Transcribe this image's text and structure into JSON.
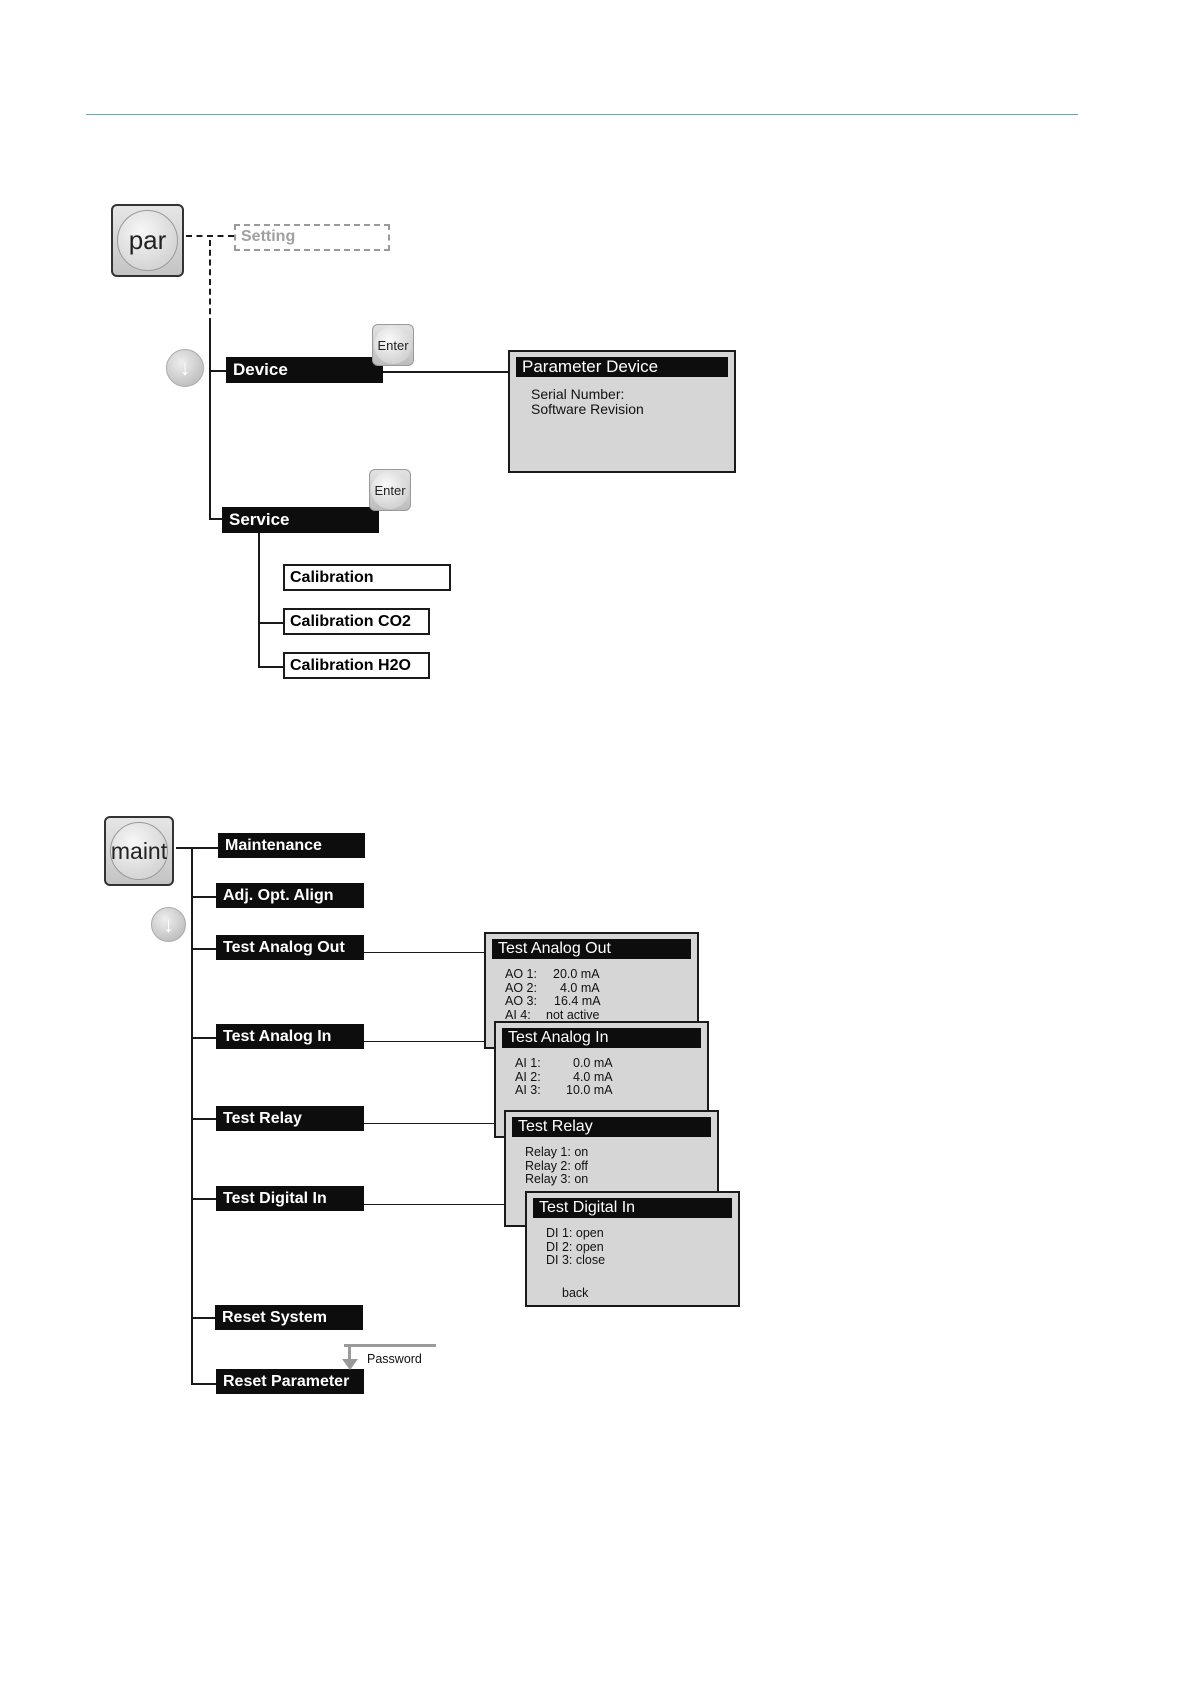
{
  "par_section": {
    "key_label": "par",
    "setting_label": "Setting",
    "device_label": "Device",
    "service_label": "Service",
    "enter_label": "Enter",
    "parameter_device": {
      "title": "Parameter Device",
      "lines": [
        "Serial Number:",
        "Software Revision"
      ]
    },
    "service_items": [
      "Calibration",
      "Calibration CO2",
      "Calibration H2O"
    ]
  },
  "maint_section": {
    "key_label": "maint",
    "items": [
      "Maintenance",
      "Adj. Opt. Align",
      "Test Analog Out",
      "Test Analog In",
      "Test Relay",
      "Test Digital In",
      "Reset System",
      "Reset Parameter"
    ],
    "password_label": "Password",
    "panels": {
      "analog_out": {
        "title": "Test Analog Out",
        "rows": [
          {
            "label": "AO 1:",
            "value": "20.0 mA"
          },
          {
            "label": "AO 2:",
            "value": "4.0 mA"
          },
          {
            "label": "AO 3:",
            "value": "16.4 mA"
          },
          {
            "label": "AI 4:",
            "value": "not active"
          }
        ]
      },
      "analog_in": {
        "title": "Test Analog In",
        "rows": [
          {
            "label": "AI 1:",
            "value": "0.0 mA"
          },
          {
            "label": "AI 2:",
            "value": "4.0 mA"
          },
          {
            "label": "AI 3:",
            "value": "10.0 mA"
          }
        ]
      },
      "relay": {
        "title": "Test Relay",
        "rows": [
          "Relay 1: on",
          "Relay 2: off",
          "Relay 3: on"
        ]
      },
      "digital_in": {
        "title": "Test Digital In",
        "rows": [
          "DI 1: open",
          "DI 2: open",
          "DI 3: close"
        ],
        "back_label": "back"
      }
    }
  }
}
